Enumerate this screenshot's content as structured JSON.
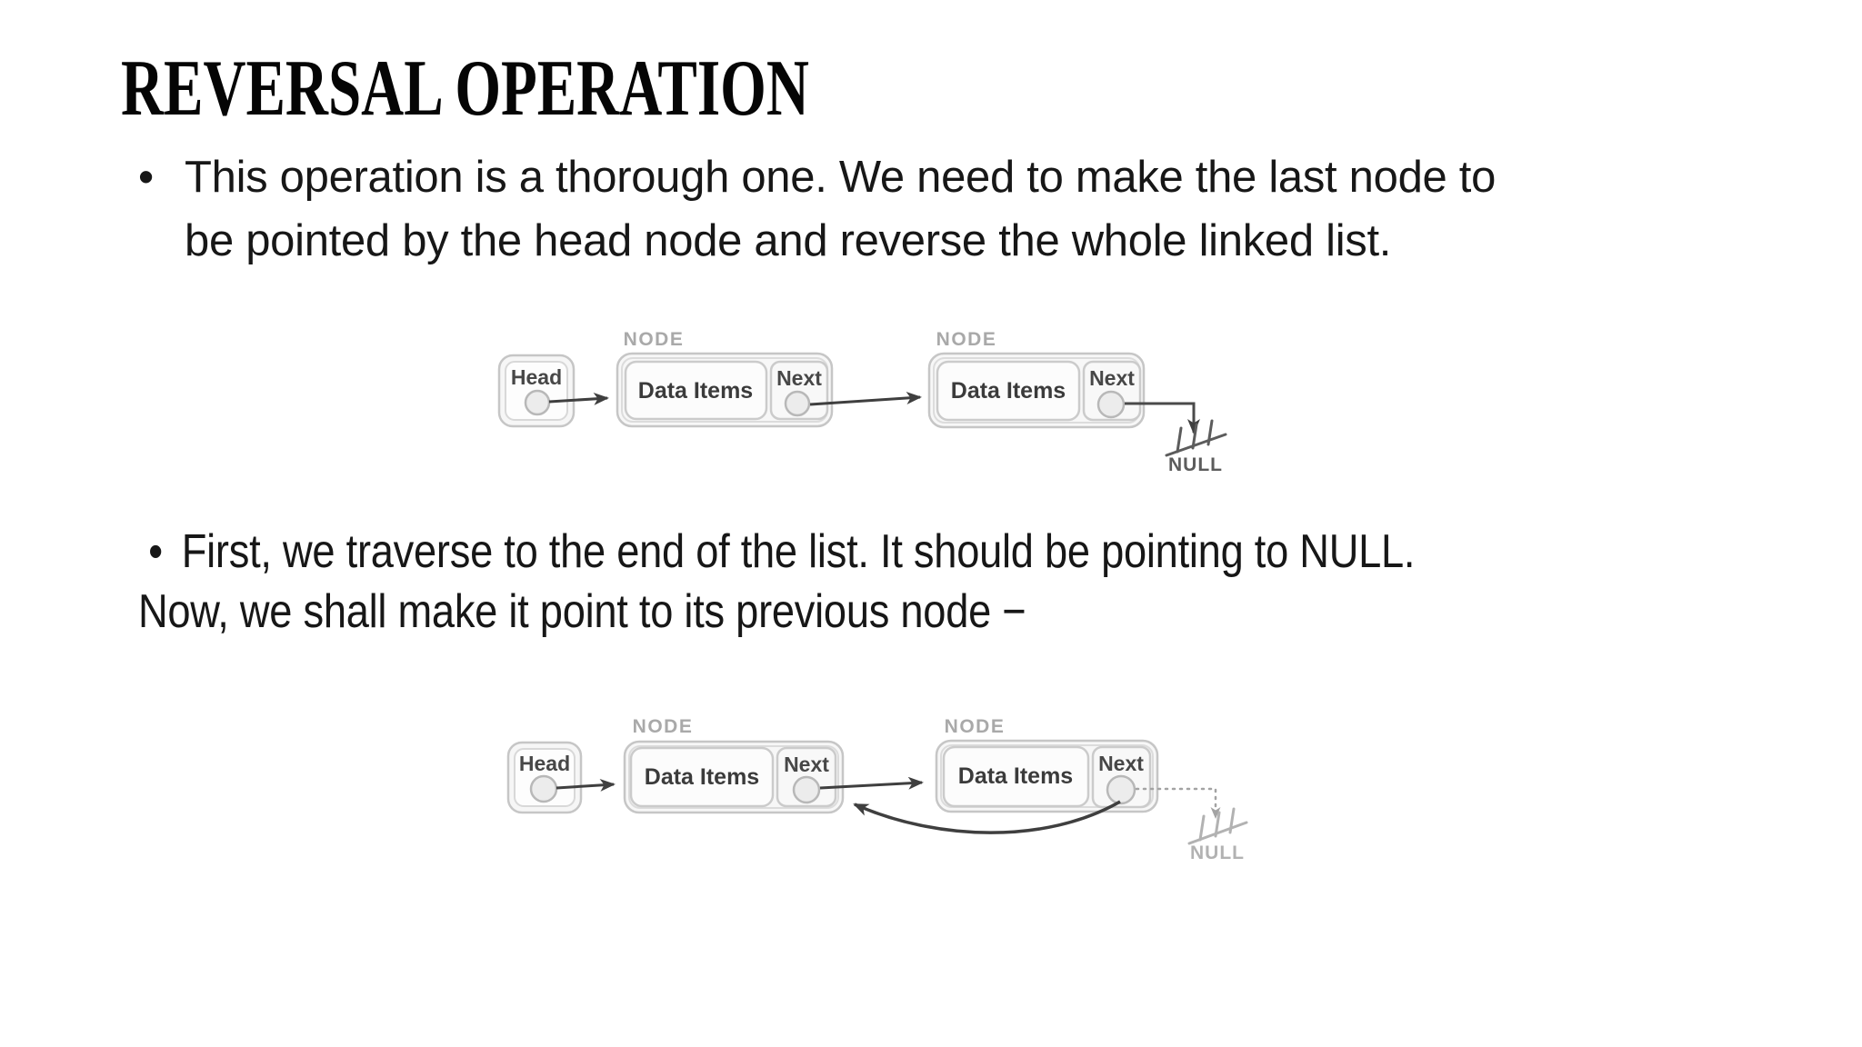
{
  "slide": {
    "title": "REVERSAL OPERATION",
    "bullets": [
      {
        "marker": "•",
        "line1": "This operation is a thorough one. We need to make the last node to",
        "line2": "be pointed by the head node and reverse the whole linked list."
      },
      {
        "marker": "•",
        "line1": "First, we traverse to the end of the list. It should be pointing to NULL.",
        "line2": "Now, we shall make it point to its previous node −"
      }
    ]
  },
  "diagram_initial": {
    "head_label": "Head",
    "node1": {
      "label": "NODE",
      "data": "Data Items",
      "next": "Next"
    },
    "node2": {
      "label": "NODE",
      "data": "Data Items",
      "next": "Next"
    },
    "null_label": "NULL"
  },
  "diagram_reversed": {
    "head_label": "Head",
    "node1": {
      "label": "NODE",
      "data": "Data Items",
      "next": "Next"
    },
    "node2": {
      "label": "NODE",
      "data": "Data Items",
      "next": "Next"
    },
    "null_label": "NULL"
  },
  "colors": {
    "background": "#ffffff",
    "title_text": "#050505",
    "body_text": "#171717",
    "box_border": "#c6c6c6",
    "box_inner_border": "#dcdcdc",
    "box_fill": "#f7f7f7",
    "circle_fill": "#ececec",
    "node_caption": "#a9a9a9",
    "box_text": "#3d3d3d",
    "arrow": "#3f3f3f",
    "null_dark": "#5c5c5c",
    "null_faded": "#b2b2b2",
    "dotted_line": "#a3a3a3"
  }
}
